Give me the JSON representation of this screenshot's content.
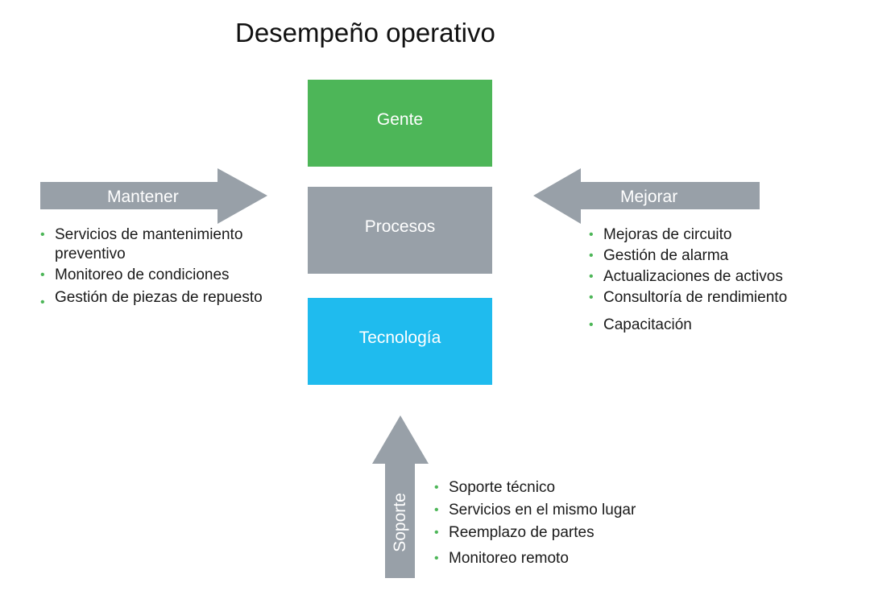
{
  "title": "Desempeño operativo",
  "boxes": {
    "gente": "Gente",
    "procesos": "Procesos",
    "tecnologia": "Tecnología"
  },
  "colors": {
    "green": "#4db658",
    "gray": "#98a0a8",
    "blue": "#1fbbee",
    "bullet": "#4db658"
  },
  "arrows": {
    "mantener": "Mantener",
    "mejorar": "Mejorar",
    "soporte": "Soporte"
  },
  "lists": {
    "mantener": [
      "Servicios de mantenimiento preventivo",
      "Monitoreo de condiciones",
      "Gestión de piezas de repuesto"
    ],
    "mejorar": [
      "Mejoras de circuito",
      "Gestión de alarma",
      "Actualizaciones de activos",
      "Consultoría de rendimiento",
      "Capacitación"
    ],
    "soporte": [
      "Soporte técnico",
      "Servicios en el mismo lugar",
      "Reemplazo de partes",
      "Monitoreo remoto"
    ]
  }
}
